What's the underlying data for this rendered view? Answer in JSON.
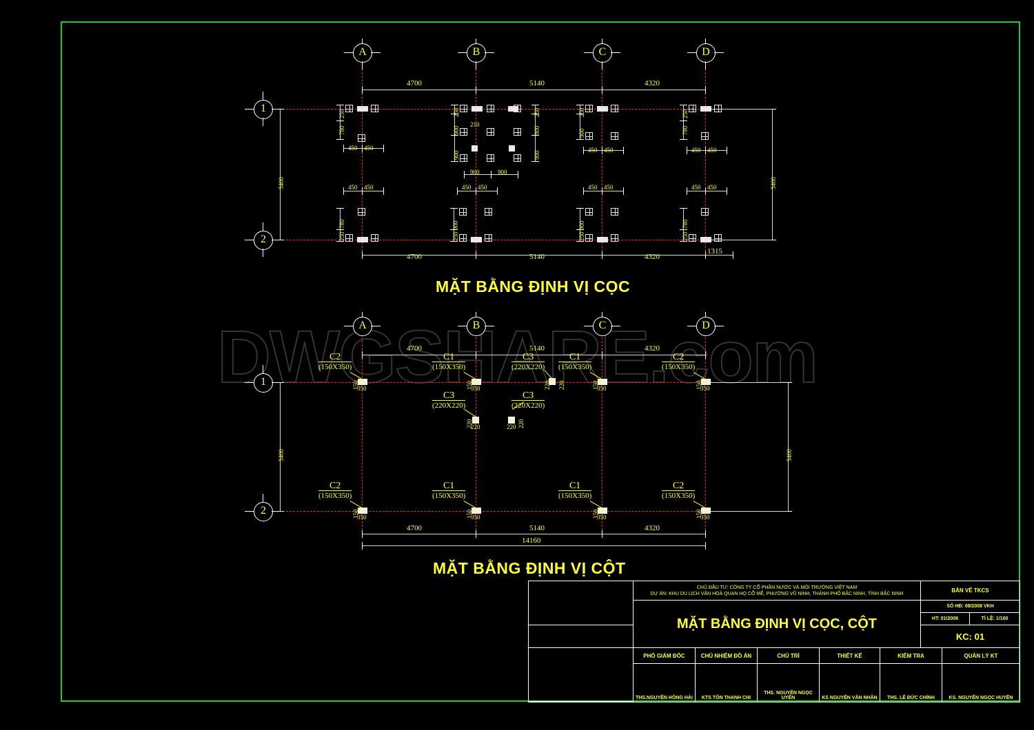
{
  "sheet": {
    "border_color": "#19d219",
    "background": "#000000",
    "watermark": "DWGSHARE.com"
  },
  "plan_piles": {
    "title": "MẶT BẰNG ĐỊNH VỊ CỌC",
    "grid_letters": [
      "A",
      "B",
      "C",
      "D"
    ],
    "grid_numbers": [
      "1",
      "2"
    ],
    "top_dims": [
      "4700",
      "5140",
      "4320"
    ],
    "bottom_dims": [
      "4700",
      "5140",
      "4320",
      "1315"
    ],
    "left_vdim": "5400",
    "right_vdim": "5400",
    "pile_spacing_450": "450",
    "pile_spacing_900": "900",
    "edge_780": "780",
    "edge_250": "250",
    "edge_210": "210"
  },
  "plan_columns": {
    "title": "MẶT BẰNG ĐỊNH VỊ CỘT",
    "grid_letters": [
      "A",
      "B",
      "C",
      "D"
    ],
    "grid_numbers": [
      "1",
      "2"
    ],
    "top_dims": [
      "4700",
      "5140",
      "4320"
    ],
    "bottom_dims": [
      "4700",
      "5140",
      "4320"
    ],
    "bottom_total": "14160",
    "left_vdim": "5400",
    "right_vdim": "5400",
    "columns_row1": [
      {
        "name": "C2",
        "size": "(150X350)",
        "dim_w": "150",
        "dim_h": "350"
      },
      {
        "name": "C1",
        "size": "(150X350)",
        "dim_w": "150",
        "dim_h": "350"
      },
      {
        "name": "C3",
        "size": "(220X220)",
        "dim_w": "220",
        "dim_h": "220"
      },
      {
        "name": "C1",
        "size": "(150X350)",
        "dim_w": "150",
        "dim_h": "350"
      },
      {
        "name": "C2",
        "size": "(150X350)",
        "dim_w": "150",
        "dim_h": "350"
      }
    ],
    "columns_mid": [
      {
        "name": "C3",
        "size": "(220X220)",
        "dim_w": "220",
        "dim_h": "220"
      },
      {
        "name": "C3",
        "size": "(220X220)",
        "dim_w": "220",
        "dim_h": "220"
      }
    ],
    "columns_row2": [
      {
        "name": "C2",
        "size": "(150X350)",
        "dim_w": "150",
        "dim_h": "350"
      },
      {
        "name": "C1",
        "size": "(150X350)",
        "dim_w": "150",
        "dim_h": "350"
      },
      {
        "name": "C1",
        "size": "(150X350)",
        "dim_w": "150",
        "dim_h": "350"
      },
      {
        "name": "C2",
        "size": "(150X350)",
        "dim_w": "150",
        "dim_h": "350"
      }
    ]
  },
  "title_block": {
    "client_line": "CHỦ ĐẦU TƯ: CÔNG TY CỔ PHẦN NƯỚC VÀ MÔI TRƯỜNG VIỆT NAM",
    "project_line": "DỰ ÁN: KHU DU LỊCH VĂN HOÁ QUAN HỌ CỔ MỄ, PHƯỜNG VŨ NINH, THÀNH PHỐ BẮC NINH, TỈNH BẮC NINH",
    "drawing_title": "MẶT BẰNG ĐỊNH VỊ CỌC, CỘT",
    "stage": "BẢN VẼ TKCS",
    "contract_no": "SỐ HĐ: 08/2008 VKH",
    "date": "HT: 01/2008",
    "scale": "TỈ LỆ: 1/100",
    "sheet_no": "KC: 01",
    "roles": [
      "PHÓ GIÁM ĐỐC",
      "CHỦ NHIỆM ĐỒ ÁN",
      "CHỦ TRÌ",
      "THIẾT KẾ",
      "KIỂM TRA",
      "QUẢN LÝ KT"
    ],
    "names": [
      "THS.NGUYỄN HỒNG HẢI",
      "KTS TÔN THANH CHI",
      "THS. NGUYỄN NGỌC UYÊN",
      "KS NGUYỄN VĂN NHÂN",
      "THS. LÊ ĐỨC CHÍNH",
      "KS. NGUYỄN NGỌC HUYỀN"
    ]
  }
}
